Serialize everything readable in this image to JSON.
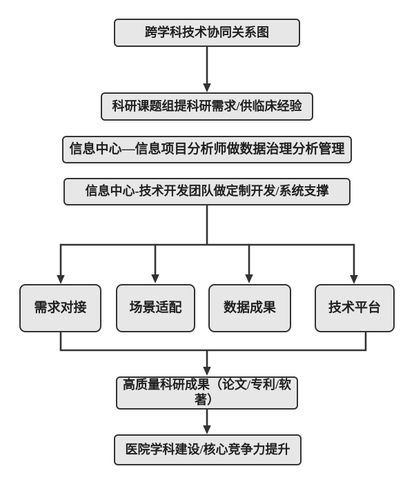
{
  "diagram": {
    "nodes": {
      "title": "跨学科技术协同关系图",
      "research_group": "科研课题组提科研需求/供临床经验",
      "info_analyst": "信息中心—信息项目分析师做数据治理分析管理",
      "info_dev": "信息中心-技术开发团队做定制开发/系统支撑",
      "branch_demand": "需求对接",
      "branch_scene": "场景适配",
      "branch_data": "数据成果",
      "branch_tech": "技术平台",
      "outcome": "高质量科研成果（论文/专利/软著）",
      "final": "医院学科建设/核心竞争力提升"
    },
    "edges": [
      "title → research_group",
      "info_dev → branch_demand",
      "info_dev → branch_scene",
      "info_dev → branch_data",
      "info_dev → branch_tech",
      "branch_demand + branch_tech → outcome",
      "outcome → final"
    ],
    "colors": {
      "node_fill": "#e7e7e7",
      "node_border": "#333333",
      "connector": "#333333",
      "text": "#1f1f1f",
      "background": "#ffffff"
    }
  }
}
